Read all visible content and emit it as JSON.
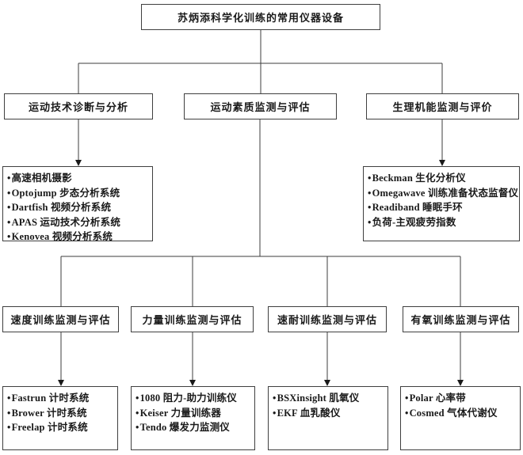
{
  "diagram": {
    "title": "苏炳添科学化训练的常用仪器设备",
    "bullet": "•",
    "colors": {
      "background": "#ffffff",
      "border": "#3f3f3f",
      "line": "#3c3c3c",
      "text": "#1a1a1a"
    },
    "branches": [
      {
        "id": "technique",
        "label": "运动技术诊断与分析",
        "items": [
          "高速相机摄影",
          "Optojump 步态分析系统",
          "Dartfish 视频分析系统",
          "APAS 运动技术分析系统",
          "Kenovea 视频分析系统"
        ]
      },
      {
        "id": "fitness",
        "label": "运动素质监测与评估",
        "items": []
      },
      {
        "id": "physiology",
        "label": "生理机能监测与评价",
        "items": [
          "Beckman 生化分析仪",
          "Omegawave 训练准备状态监督仪",
          "Readiband 睡眠手环",
          "负荷-主观疲劳指数"
        ]
      }
    ],
    "sub_branches": [
      {
        "id": "speed",
        "label": "速度训练监测与评估",
        "items": [
          "Fastrun 计时系统",
          "Brower 计时系统",
          "Freelap 计时系统"
        ]
      },
      {
        "id": "strength",
        "label": "力量训练监测与评估",
        "items": [
          "1080 阻力-助力训练仪",
          "Keiser 力量训练器",
          "Tendo 爆发力监测仪"
        ]
      },
      {
        "id": "speed-endurance",
        "label": "速耐训练监测与评估",
        "items": [
          "BSXinsight 肌氧仪",
          "EKF 血乳酸仪"
        ]
      },
      {
        "id": "aerobic",
        "label": "有氧训练监测与评估",
        "items": [
          "Polar 心率带",
          "Cosmed 气体代谢仪"
        ]
      }
    ]
  }
}
